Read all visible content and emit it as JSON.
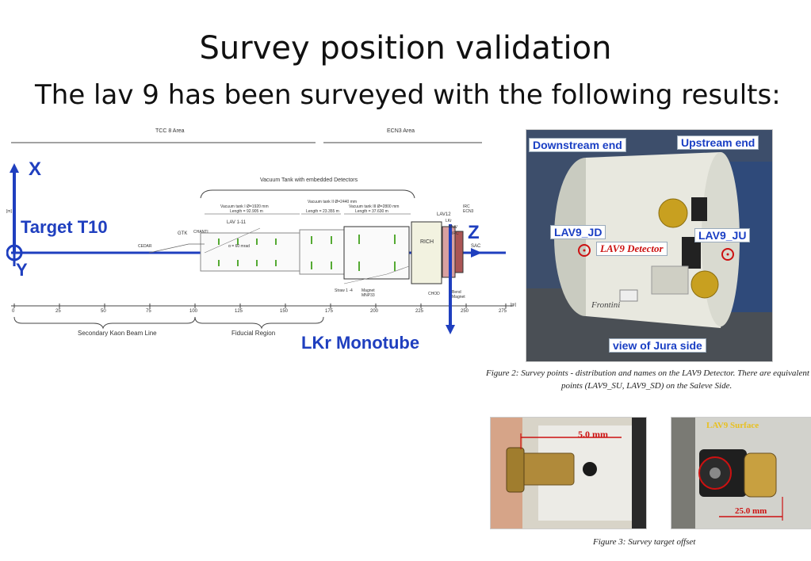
{
  "slide": {
    "title": "Survey position validation",
    "subtitle": "The lav 9 has been surveyed with the following results:"
  },
  "beamline": {
    "area_left": "TCC 8 Area",
    "area_right": "ECN3 Area",
    "vacuum_tank": "Vacuum Tank with embedded Detectors",
    "tank1": "Vacuum tank I  Ø=1920 mm",
    "tank1_len": "Length = 92.905 m",
    "tank2": "Vacuum tank II Ø=2440 mm",
    "tank2_len": "Length = 23.355 m",
    "tank3": "Vacuum tank III  Ø=2800 mm",
    "tank3_len": "Length = 37.630 m",
    "lav_range": "LAV 1-11",
    "lav12": "LAV12",
    "gtk": "GTK",
    "chanti": "CHANTI",
    "cedar": "CEDAR",
    "rich": "RICH",
    "lkr": "LKr",
    "muv": "MUV",
    "irc": "IRC",
    "sac": "SAC",
    "irc_ecn3": "IRC ECN3",
    "straw": "Straw 1 -4",
    "magnet": "Magnet MNP33",
    "chod": "CHOD",
    "bend_magnet": "Bend Magnet",
    "alpha": "α = 60 mrad",
    "axis_unit_z": "[m]",
    "axis_unit_y": "[m]",
    "ticks": [
      "0",
      "25",
      "50",
      "75",
      "100",
      "125",
      "150",
      "175",
      "200",
      "225",
      "250",
      "275"
    ],
    "region_left": "Secondary Kaon Beam Line",
    "region_mid": "Fiducial Region",
    "label_x": "X",
    "label_y": "Y",
    "label_z": "Z",
    "label_target": "Target T10",
    "label_lkr": "LKr Monotube"
  },
  "photo_main": {
    "downstream": "Downstream  end",
    "upstream": "Upstream end",
    "lav9_jd": "LAV9_JD",
    "lav9_ju": "LAV9_JU",
    "detector": "LAV9 Detector",
    "jura": "view of Jura side",
    "brand": "Frontini"
  },
  "caption_main_1": "Figure 2: Survey points - distribution and names on the LAV9 Detector. There are equivalent",
  "caption_main_2": "points (LAV9_SU, LAV9_SD) on the Saleve Side.",
  "photo_left": {
    "measure": "5.0 mm"
  },
  "photo_right": {
    "surface": "LAV9 Surface",
    "measure": "25.0 mm"
  },
  "caption_bottom": "Figure 3: Survey target offset",
  "colors": {
    "accent_blue": "#1f3fbf",
    "target_red": "#cc1111"
  }
}
